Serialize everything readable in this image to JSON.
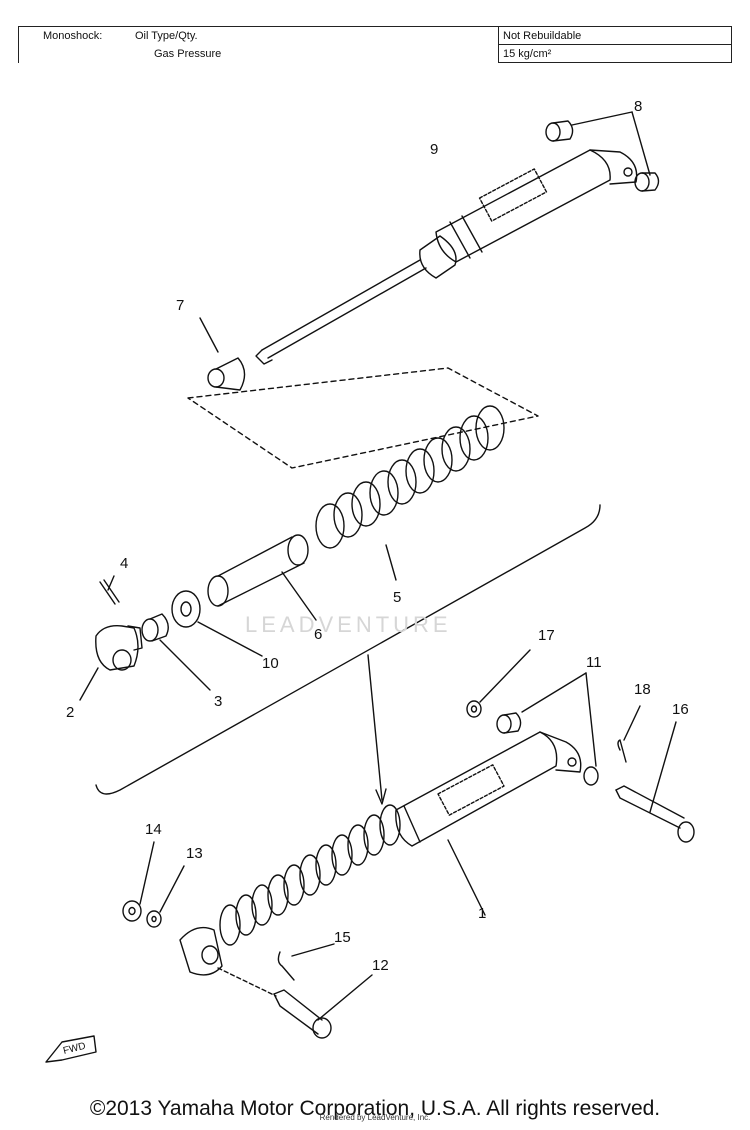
{
  "spec_table": {
    "rows": [
      {
        "label1": "Monoshock:",
        "label2": "Oil Type/Qty.",
        "value": "Not Rebuildable"
      },
      {
        "label1": "",
        "label2": "Gas Pressure",
        "value": "15 kg/cm²"
      }
    ]
  },
  "diagram": {
    "callouts": [
      "1",
      "2",
      "3",
      "4",
      "5",
      "6",
      "7",
      "8",
      "9",
      "10",
      "11",
      "12",
      "13",
      "14",
      "15",
      "16",
      "17",
      "18"
    ],
    "fwd_label": "FWD"
  },
  "watermark": {
    "text": "LEADVENTURE"
  },
  "footer": {
    "copyright": "©2013 Yamaha Motor Corporation, U.S.A. All rights reserved.",
    "rendered_by": "Rendered by LeadVenture, Inc."
  }
}
